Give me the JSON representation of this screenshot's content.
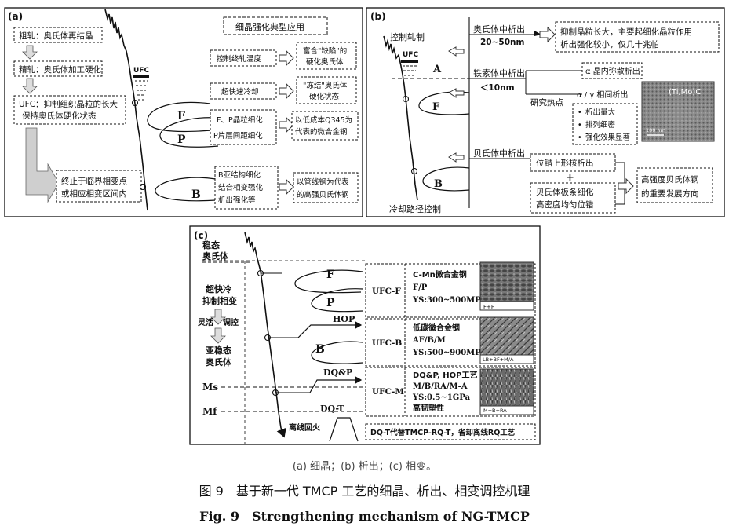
{
  "panel_a": {
    "label": "(a)",
    "title": "细晶强化典型应用",
    "flow": {
      "box1": "粗轧：奥氏体再结晶",
      "box2": "精轧：奥氏体加工硬化",
      "box3_line1": "UFC：抑制组织晶粒的长大",
      "box3_line2": "保持奥氏体硬化状态",
      "box4_line1": "终止于临界相变点",
      "box4_line2": "或相应相变区间内"
    },
    "curve_labels": {
      "ufc": "UFC",
      "f": "F",
      "p": "P",
      "b": "B"
    },
    "apps": {
      "a1": "控制终轧温度",
      "a1_result_line1": "富含\"缺陷\"的",
      "a1_result_line2": "硬化奥氏体",
      "a2": "超快速冷却",
      "a2_result_line1": "\"冻结\"奥氏体",
      "a2_result_line2": "硬化状态",
      "a3_line1": "F、P晶粒细化",
      "a3_line2": "P片层间距细化",
      "a3_result_line1": "以低成本Q345为",
      "a3_result_line2": "代表的微合金钢",
      "a4_line1": "B亚结构细化",
      "a4_line2": "结合相变强化",
      "a4_line3": "析出强化等",
      "a4_result_line1": "以管线钢为代表",
      "a4_result_line2": "的高强贝氏体钢"
    }
  },
  "panel_b": {
    "label": "(b)",
    "controlled_rolling": "控制轧制",
    "cooling_path": "冷却路径控制",
    "curve_labels": {
      "ufc": "UFC",
      "a": "A",
      "f": "F",
      "b": "B"
    },
    "austenite_ppt": "奥氏体中析出",
    "austenite_size": "20~50nm",
    "austenite_desc_line1": "抑制晶粒长大，主要起细化晶粒作用",
    "austenite_desc_line2": "析出强化较小，仅几十兆帕",
    "ferrite_ppt": "铁素体中析出",
    "ferrite_size": "＜10nm",
    "hotspot": "研究热点",
    "diffuse": "α 晶内弥散析出",
    "interphase": "α / γ 相间析出",
    "bullet1": "析出量大",
    "bullet2": "排列细密",
    "bullet3": "强化效果显著",
    "micrograph_label": "(Ti,Mo)C",
    "scale": "100 nm",
    "bainite_ppt": "贝氏体中析出",
    "dislocation_ppt": "位错上形核析出",
    "plus": "+",
    "lath_line1": "贝氏体板条细化",
    "lath_line2": "高密度均匀位错",
    "result_line1": "高强度贝氏体钢",
    "result_line2": "的重要发展方向"
  },
  "panel_c": {
    "label": "(c)",
    "stable_line1": "稳态",
    "stable_line2": "奥氏体",
    "ufc_line1": "超快冷",
    "ufc_line2": "抑制相变",
    "flexible": "灵活",
    "regulate": "调控",
    "meta_line1": "亚稳态",
    "meta_line2": "奥氏体",
    "ms": "Ms",
    "mf": "Mf",
    "curve_labels": {
      "f": "F",
      "p": "P",
      "hop": "HOP",
      "b": "B",
      "dqp": "DQ&P",
      "dqt": "DQ-T"
    },
    "temper": "离线回火",
    "row1": {
      "name": "UFC-F",
      "l1": "C-Mn微合金钢",
      "l2": "F/P",
      "l3": "YS:300~500MPa",
      "img": "F+P"
    },
    "row2": {
      "name": "UFC-B",
      "l1": "低碳微合金钢",
      "l2": "AF/B/M",
      "l3": "YS:500~900MPa",
      "img": "LB+BF+M/A"
    },
    "row3": {
      "name": "UFC-M",
      "l1": "DQ&P, HOP工艺",
      "l2": "M/B/RA/M-A",
      "l3": "YS:0.5~1GPa",
      "l4": "高韧塑性",
      "img": "M+B+RA"
    },
    "bottom": "DQ-T代替TMCP-RQ-T，省却离线RQ工艺"
  },
  "captions": {
    "sub": "(a) 细晶；(b) 析出；(c) 相变。",
    "cn": "图 9　基于新一代 TMCP 工艺的细晶、析出、相变调控机理",
    "en": "Fig. 9　Strengthening mechanism of NG-TMCP"
  }
}
